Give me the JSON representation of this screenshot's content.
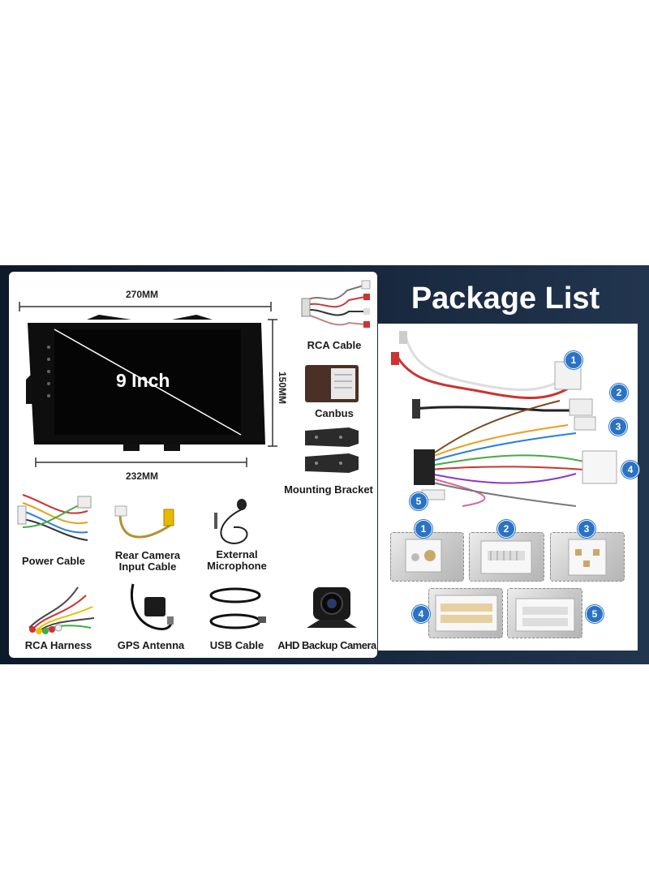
{
  "header": {
    "title": "Package List"
  },
  "dimensions": {
    "width": "270MM",
    "height": "150MM",
    "bottom": "232MM"
  },
  "screen": {
    "size_label": "9 Inch"
  },
  "items": {
    "rca_cable": "RCA Cable",
    "canbus": "Canbus",
    "mounting_bracket": "Mounting Bracket",
    "power_cable": "Power Cable",
    "rear_camera_line1": "Rear Camera",
    "rear_camera_line2": "Input Cable",
    "microphone_line1": "External",
    "microphone_line2": "Microphone",
    "rca_harness": "RCA Harness",
    "gps_antenna": "GPS Antenna",
    "usb_cable": "USB Cable",
    "backup_camera": "AHD Backup Camera"
  },
  "connectors": {
    "numbers": [
      "1",
      "2",
      "3",
      "4",
      "5"
    ]
  },
  "colors": {
    "banner": "#0d1a2b",
    "badge": "#2a73c4",
    "panel": "#ffffff"
  }
}
